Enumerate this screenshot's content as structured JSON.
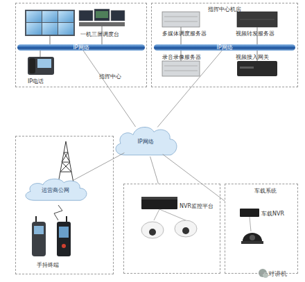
{
  "diagram": {
    "nodes": [
      {
        "text": [
          "指挥中心"
        ]
      },
      {
        "text": [
          "IP网络"
        ],
        "in": 0
      },
      {
        "text": [
          "指挥中心机房"
        ]
      },
      {
        "text": [
          "IP网络"
        ],
        "in": 2
      },
      {
        "text": [
          "IP网络"
        ]
      },
      {
        "text": [
          "手持终端"
        ]
      },
      {
        "text": [
          "运营商公网"
        ],
        "in": 5
      },
      {
        "text": [
          "NVR监控平台"
        ]
      },
      {
        "text": [
          "车载系统",
          "车载NVR"
        ]
      }
    ],
    "edges": [
      {
        "from": 4,
        "to": 1,
        "arrow": "none"
      },
      {
        "from": 4,
        "to": 3,
        "arrow": "none"
      },
      {
        "from": 4,
        "to": 6,
        "arrow": "none"
      },
      {
        "from": 4,
        "to": 7,
        "arrow": "none"
      },
      {
        "from": 4,
        "to": 8,
        "arrow": "none"
      }
    ],
    "labels": [
      "一机三屏调度台",
      "IP电话",
      "多媒体调度服务器",
      "视频转发服务器",
      "录音录像服务器",
      "视频接入网关",
      "对讲机"
    ]
  }
}
